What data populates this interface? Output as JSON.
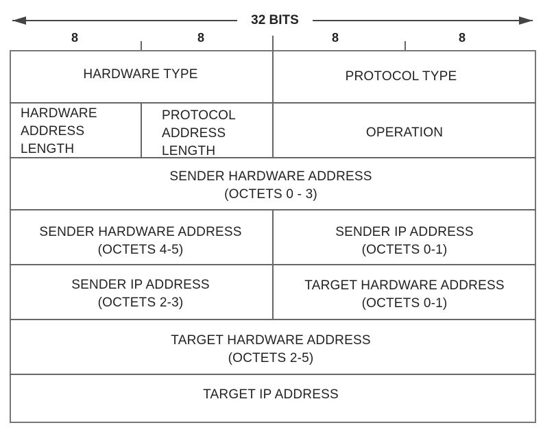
{
  "header": {
    "total_bits": "32 BITS",
    "byte_labels": [
      "8",
      "8",
      "8",
      "8"
    ]
  },
  "rows": {
    "row1": {
      "hardware_type": "HARDWARE TYPE",
      "protocol_type": "PROTOCOL TYPE"
    },
    "row2": {
      "hardware_address_length": [
        "HARDWARE",
        "ADDRESS",
        "LENGTH"
      ],
      "protocol_address_length": [
        "PROTOCOL",
        "ADDRESS",
        "LENGTH"
      ],
      "operation": "OPERATION"
    },
    "row3": {
      "sender_hardware_address": [
        "SENDER HARDWARE ADDRESS",
        "(OCTETS 0 - 3)"
      ]
    },
    "row4": {
      "sender_hardware_address_4_5": [
        "SENDER HARDWARE ADDRESS",
        "(OCTETS 4-5)"
      ],
      "sender_ip_address_0_1": [
        "SENDER IP ADDRESS",
        "(OCTETS 0-1)"
      ]
    },
    "row5": {
      "sender_ip_address_2_3": [
        "SENDER IP ADDRESS",
        "(OCTETS 2-3)"
      ],
      "target_hardware_address_0_1": [
        "TARGET HARDWARE ADDRESS",
        "(OCTETS 0-1)"
      ]
    },
    "row6": {
      "target_hardware_address_2_5": [
        "TARGET HARDWARE ADDRESS",
        "(OCTETS 2-5)"
      ]
    },
    "row7": {
      "target_ip_address": "TARGET IP ADDRESS"
    }
  },
  "colors": {
    "line": "#666666",
    "text": "#222222",
    "background": "#ffffff"
  }
}
